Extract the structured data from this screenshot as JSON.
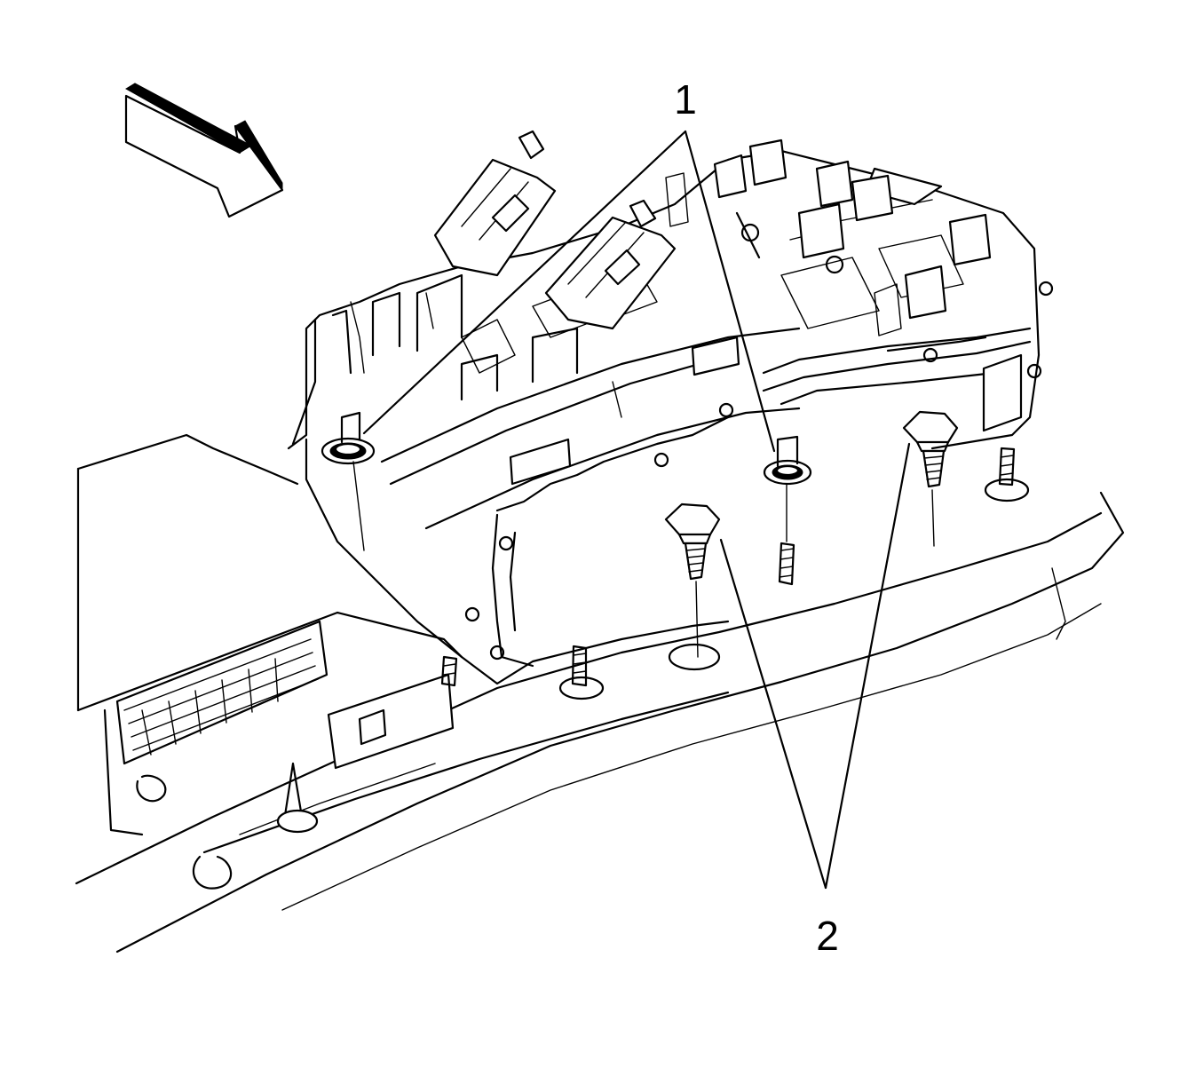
{
  "callouts": [
    {
      "id": "1",
      "label": "1"
    },
    {
      "id": "2",
      "label": "2"
    }
  ],
  "icons": {
    "direction_arrow": "view-direction-arrow-icon"
  },
  "colors": {
    "line": "#000000",
    "background": "#ffffff"
  }
}
